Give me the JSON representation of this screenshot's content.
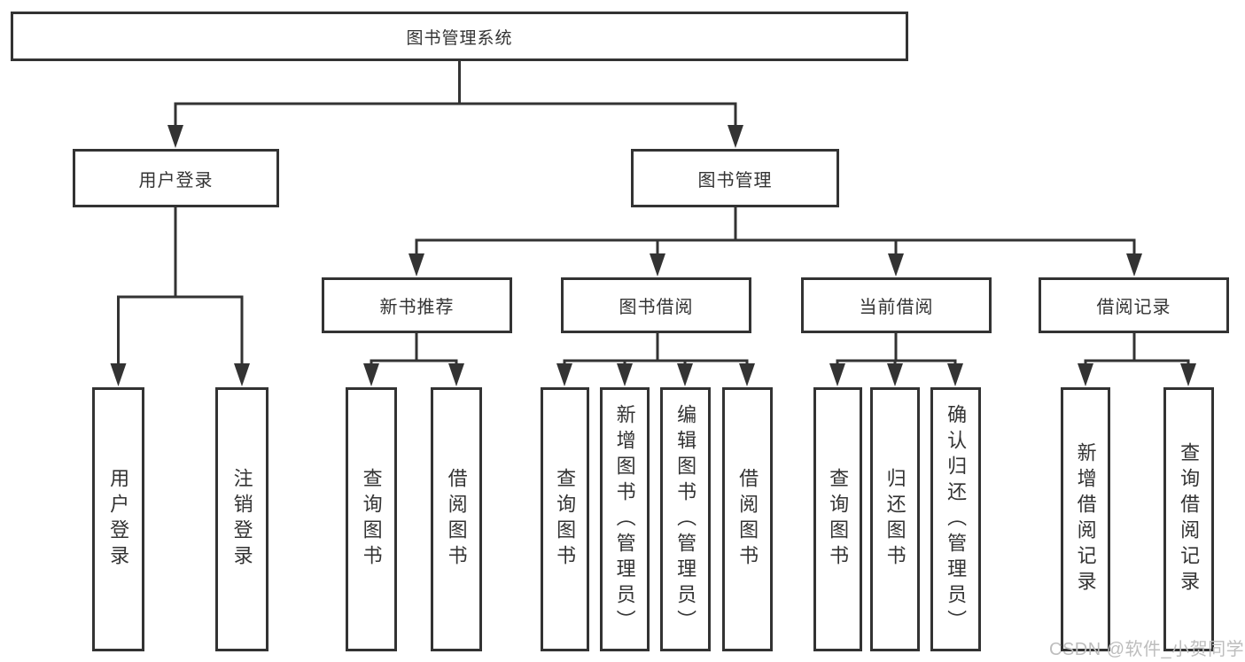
{
  "colors": {
    "line": "#333333",
    "text": "#333333",
    "background": "#ffffff",
    "watermark": "#bdbdbd"
  },
  "watermark": "CSDN @软件_小贺同学",
  "tree": {
    "root": "图书管理系统",
    "branches": [
      {
        "label": "用户登录",
        "children": [
          "用户登录",
          "注销登录"
        ]
      },
      {
        "label": "图书管理",
        "children": [
          {
            "label": "新书推荐",
            "children": [
              "查询图书",
              "借阅图书"
            ]
          },
          {
            "label": "图书借阅",
            "children": [
              "查询图书",
              "新增图书（管理员）",
              "编辑图书（管理员）",
              "借阅图书"
            ]
          },
          {
            "label": "当前借阅",
            "children": [
              "查询图书",
              "归还图书",
              "确认归还（管理员）"
            ]
          },
          {
            "label": "借阅记录",
            "children": [
              "新增借阅记录",
              "查询借阅记录"
            ]
          }
        ]
      }
    ]
  }
}
